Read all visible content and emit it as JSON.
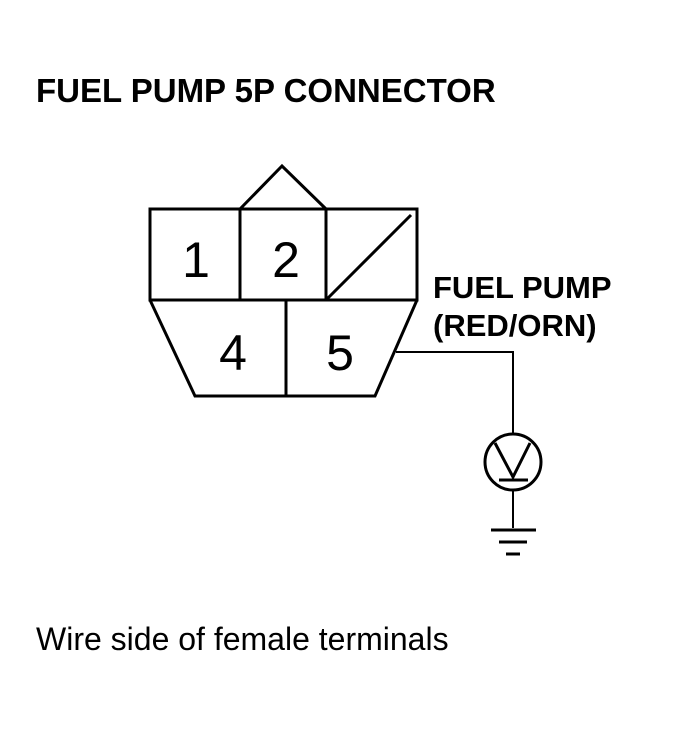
{
  "title": "FUEL PUMP 5P CONNECTOR",
  "connector": {
    "pins": [
      "1",
      "2",
      "4",
      "5"
    ]
  },
  "wire_label": {
    "line1": "FUEL PUMP",
    "line2": "(RED/ORN)"
  },
  "caption": "Wire side of female terminals",
  "symbols": {
    "meter": "voltmeter-icon",
    "ground": "ground-icon"
  },
  "colors": {
    "ink": "#000000",
    "background": "#ffffff"
  }
}
